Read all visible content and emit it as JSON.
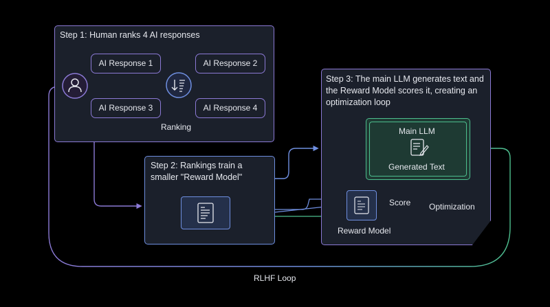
{
  "step1": {
    "title": "Step 1: Human ranks 4 AI responses",
    "responses": [
      "AI Response 1",
      "AI Response 2",
      "AI Response 3",
      "AI Response 4"
    ],
    "ranking_label": "Ranking"
  },
  "step2": {
    "title_line1": "Step 2: Rankings train a",
    "title_line2": "smaller \"Reward Model\""
  },
  "step3": {
    "title_line1": "Step 3: The main LLM generates text and",
    "title_line2": "the Reward Model scores it, creating an",
    "title_line3": "optimization loop",
    "main_llm_label": "Main LLM",
    "generated_text_label": "Generated Text",
    "reward_model_label": "Reward Model",
    "score_label": "Score",
    "optimization_label": "Optimization"
  },
  "loop_label": "RLHF Loop",
  "colors": {
    "purple": "#8c7ad6",
    "blue": "#6f8fe0",
    "green": "#4dbf8e",
    "panel_bg": "#1b202b",
    "background": "#000000"
  },
  "icons": [
    "user-icon",
    "sort-ranking-icon",
    "document-icon",
    "edit-document-icon"
  ]
}
